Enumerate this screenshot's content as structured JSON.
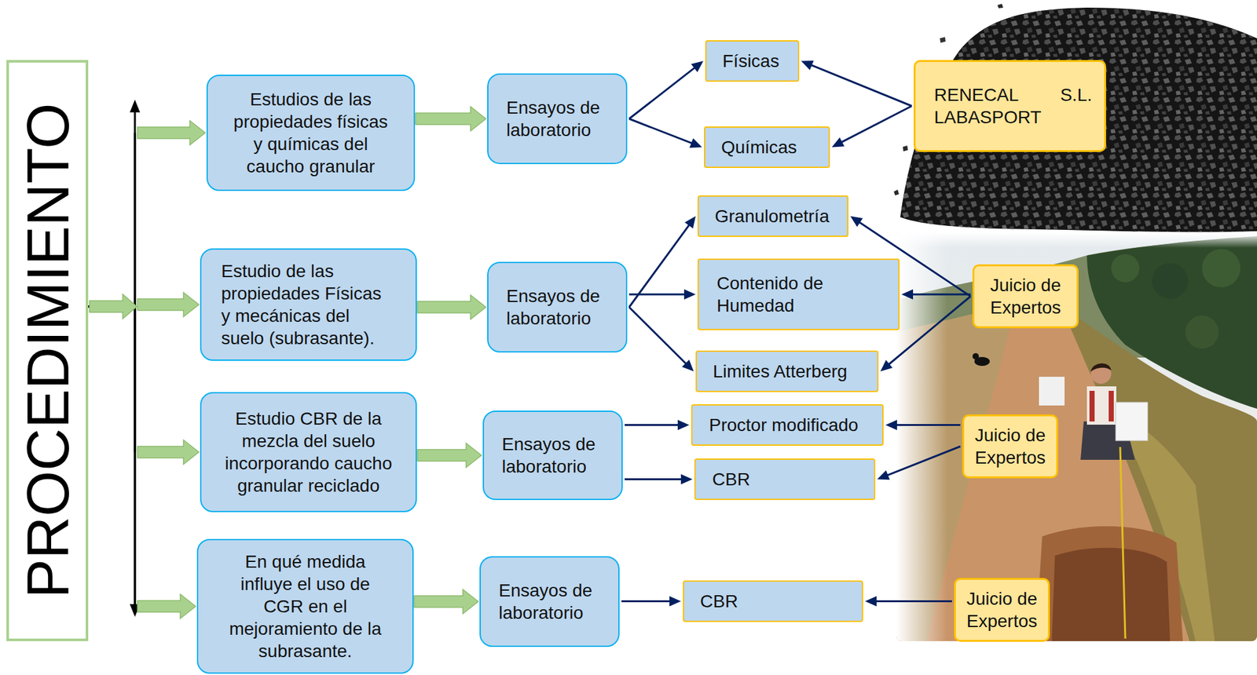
{
  "diagram": {
    "nodes": [
      {
        "text": [
          "PROCEDIMIENTO"
        ]
      },
      {
        "text": [
          "Estudios de las propiedades físicas y químicas del caucho granular"
        ]
      },
      {
        "text": [
          "Ensayos de laboratorio"
        ]
      },
      {
        "text": [
          "Físicas"
        ]
      },
      {
        "text": [
          "Químicas"
        ]
      },
      {
        "text": [
          "RENECAL S.L. LABASPORT"
        ]
      },
      {
        "text": [
          "Estudio de las propiedades Físicas y mecánicas del suelo (subrasante)."
        ]
      },
      {
        "text": [
          "Ensayos de laboratorio"
        ]
      },
      {
        "text": [
          "Granulometría"
        ]
      },
      {
        "text": [
          "Contenido de Humedad"
        ]
      },
      {
        "text": [
          "Limites Atterberg"
        ]
      },
      {
        "text": [
          "Juicio de Expertos"
        ]
      },
      {
        "text": [
          "Estudio CBR de la mezcla del suelo incorporando caucho granular reciclado"
        ]
      },
      {
        "text": [
          "Ensayos de laboratorio"
        ]
      },
      {
        "text": [
          "Proctor modificado"
        ]
      },
      {
        "text": [
          "CBR"
        ]
      },
      {
        "text": [
          "Juicio de Expertos"
        ]
      },
      {
        "text": [
          "En qué medida influye el uso de CGR en el mejoramiento de la subrasante."
        ]
      },
      {
        "text": [
          "Ensayos de laboratorio"
        ]
      },
      {
        "text": [
          "CBR"
        ]
      },
      {
        "text": [
          "Juicio de Expertos"
        ]
      }
    ],
    "edges": [
      {
        "from": 0,
        "to": 1,
        "arrow": "to"
      },
      {
        "from": 0,
        "to": 6,
        "arrow": "to"
      },
      {
        "from": 0,
        "to": 12,
        "arrow": "to"
      },
      {
        "from": 0,
        "to": 17,
        "arrow": "to"
      },
      {
        "from": 1,
        "to": 2,
        "arrow": "to"
      },
      {
        "from": 2,
        "to": 3,
        "arrow": "to"
      },
      {
        "from": 2,
        "to": 4,
        "arrow": "to"
      },
      {
        "from": 5,
        "to": 3,
        "arrow": "to"
      },
      {
        "from": 5,
        "to": 4,
        "arrow": "to"
      },
      {
        "from": 6,
        "to": 7,
        "arrow": "to"
      },
      {
        "from": 7,
        "to": 8,
        "arrow": "to"
      },
      {
        "from": 7,
        "to": 9,
        "arrow": "to"
      },
      {
        "from": 7,
        "to": 10,
        "arrow": "to"
      },
      {
        "from": 11,
        "to": 8,
        "arrow": "to"
      },
      {
        "from": 11,
        "to": 9,
        "arrow": "to"
      },
      {
        "from": 11,
        "to": 10,
        "arrow": "to"
      },
      {
        "from": 12,
        "to": 13,
        "arrow": "to"
      },
      {
        "from": 13,
        "to": 14,
        "arrow": "to"
      },
      {
        "from": 13,
        "to": 15,
        "arrow": "to"
      },
      {
        "from": 16,
        "to": 14,
        "arrow": "to"
      },
      {
        "from": 16,
        "to": 15,
        "arrow": "to"
      },
      {
        "from": 17,
        "to": 18,
        "arrow": "to"
      },
      {
        "from": 18,
        "to": 19,
        "arrow": "to"
      },
      {
        "from": 20,
        "to": 19,
        "arrow": "to"
      }
    ]
  }
}
